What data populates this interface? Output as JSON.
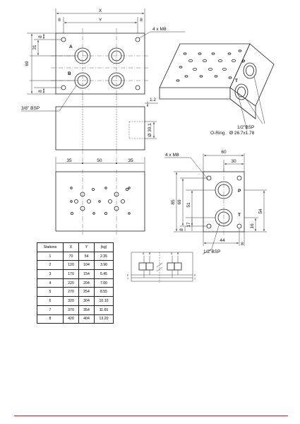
{
  "front_view": {
    "dim_x": "X",
    "dim_y": "Y",
    "dim_left_offset": "8",
    "dim_right_offset": "8",
    "dim_69": "69",
    "dim_31": "31",
    "dim_top_8": "8",
    "dim_bottom_8": "8",
    "port_a": "A",
    "port_b": "B",
    "mount_callout": "4 x M8",
    "bsp_callout": "3/8\" BSP"
  },
  "side_view": {
    "dim_1_2": "1.2",
    "dim_30_1": "Ø 30.1"
  },
  "bottom_view": {
    "dim_35_left": "35",
    "dim_50": "50",
    "dim_35_right": "35"
  },
  "iso_view": {
    "port_p": "P",
    "port_t": "T",
    "bsp_label": "1/2\"BSP",
    "oring_label": "O-Ring",
    "oring_size": "Ø 26.7x1.78"
  },
  "end_view": {
    "mount_callout": "4 x M8",
    "dim_60": "60",
    "dim_30": "30",
    "dim_85": "85",
    "dim_69": "69",
    "dim_51": "51",
    "dim_17": "17",
    "dim_8": "8",
    "dim_54": "54",
    "dim_16": "16",
    "dim_44": "44",
    "dim_8_bottom": "8",
    "port_p": "P",
    "port_t": "T",
    "bsp_callout": "1/2\"BSP"
  },
  "schematic": {
    "a1": "A",
    "b1": "B",
    "a2": "A",
    "b2": "B",
    "p_left": "P",
    "t_left": "T",
    "p_right": "P",
    "t_right": "T"
  },
  "table": {
    "headers": [
      "Stations",
      "X",
      "Y",
      "(kg)"
    ],
    "rows": [
      [
        "1",
        "70",
        "54",
        "2.35"
      ],
      [
        "2",
        "120",
        "104",
        "3.90"
      ],
      [
        "3",
        "170",
        "154",
        "5.45"
      ],
      [
        "4",
        "220",
        "204",
        "7.00"
      ],
      [
        "5",
        "270",
        "254",
        "8.55"
      ],
      [
        "6",
        "320",
        "304",
        "10.10"
      ],
      [
        "7",
        "370",
        "354",
        "11.65"
      ],
      [
        "8",
        "420",
        "404",
        "13.20"
      ]
    ]
  },
  "colors": {
    "bottom_rule": "#d61a1a"
  }
}
